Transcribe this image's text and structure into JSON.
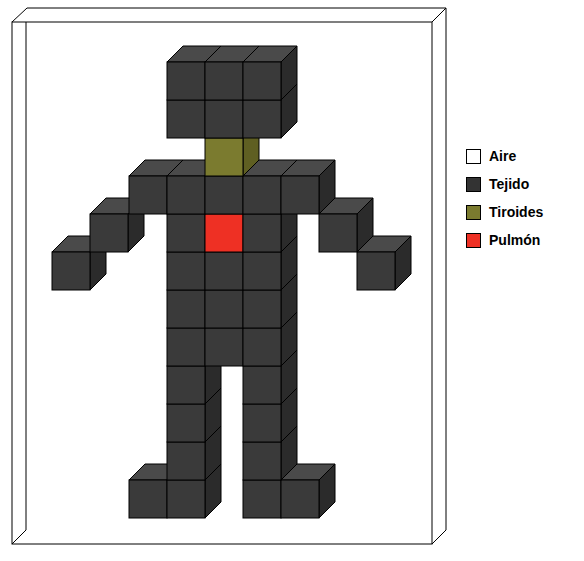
{
  "diagram": {
    "legend": [
      {
        "text": "Aire",
        "color": "#ffffff"
      },
      {
        "text": "Tejido",
        "color": "#333333"
      },
      {
        "text": "Tiroides",
        "color": "#7b7b2f"
      },
      {
        "text": "Pulmón",
        "color": "#ee3024"
      }
    ]
  }
}
